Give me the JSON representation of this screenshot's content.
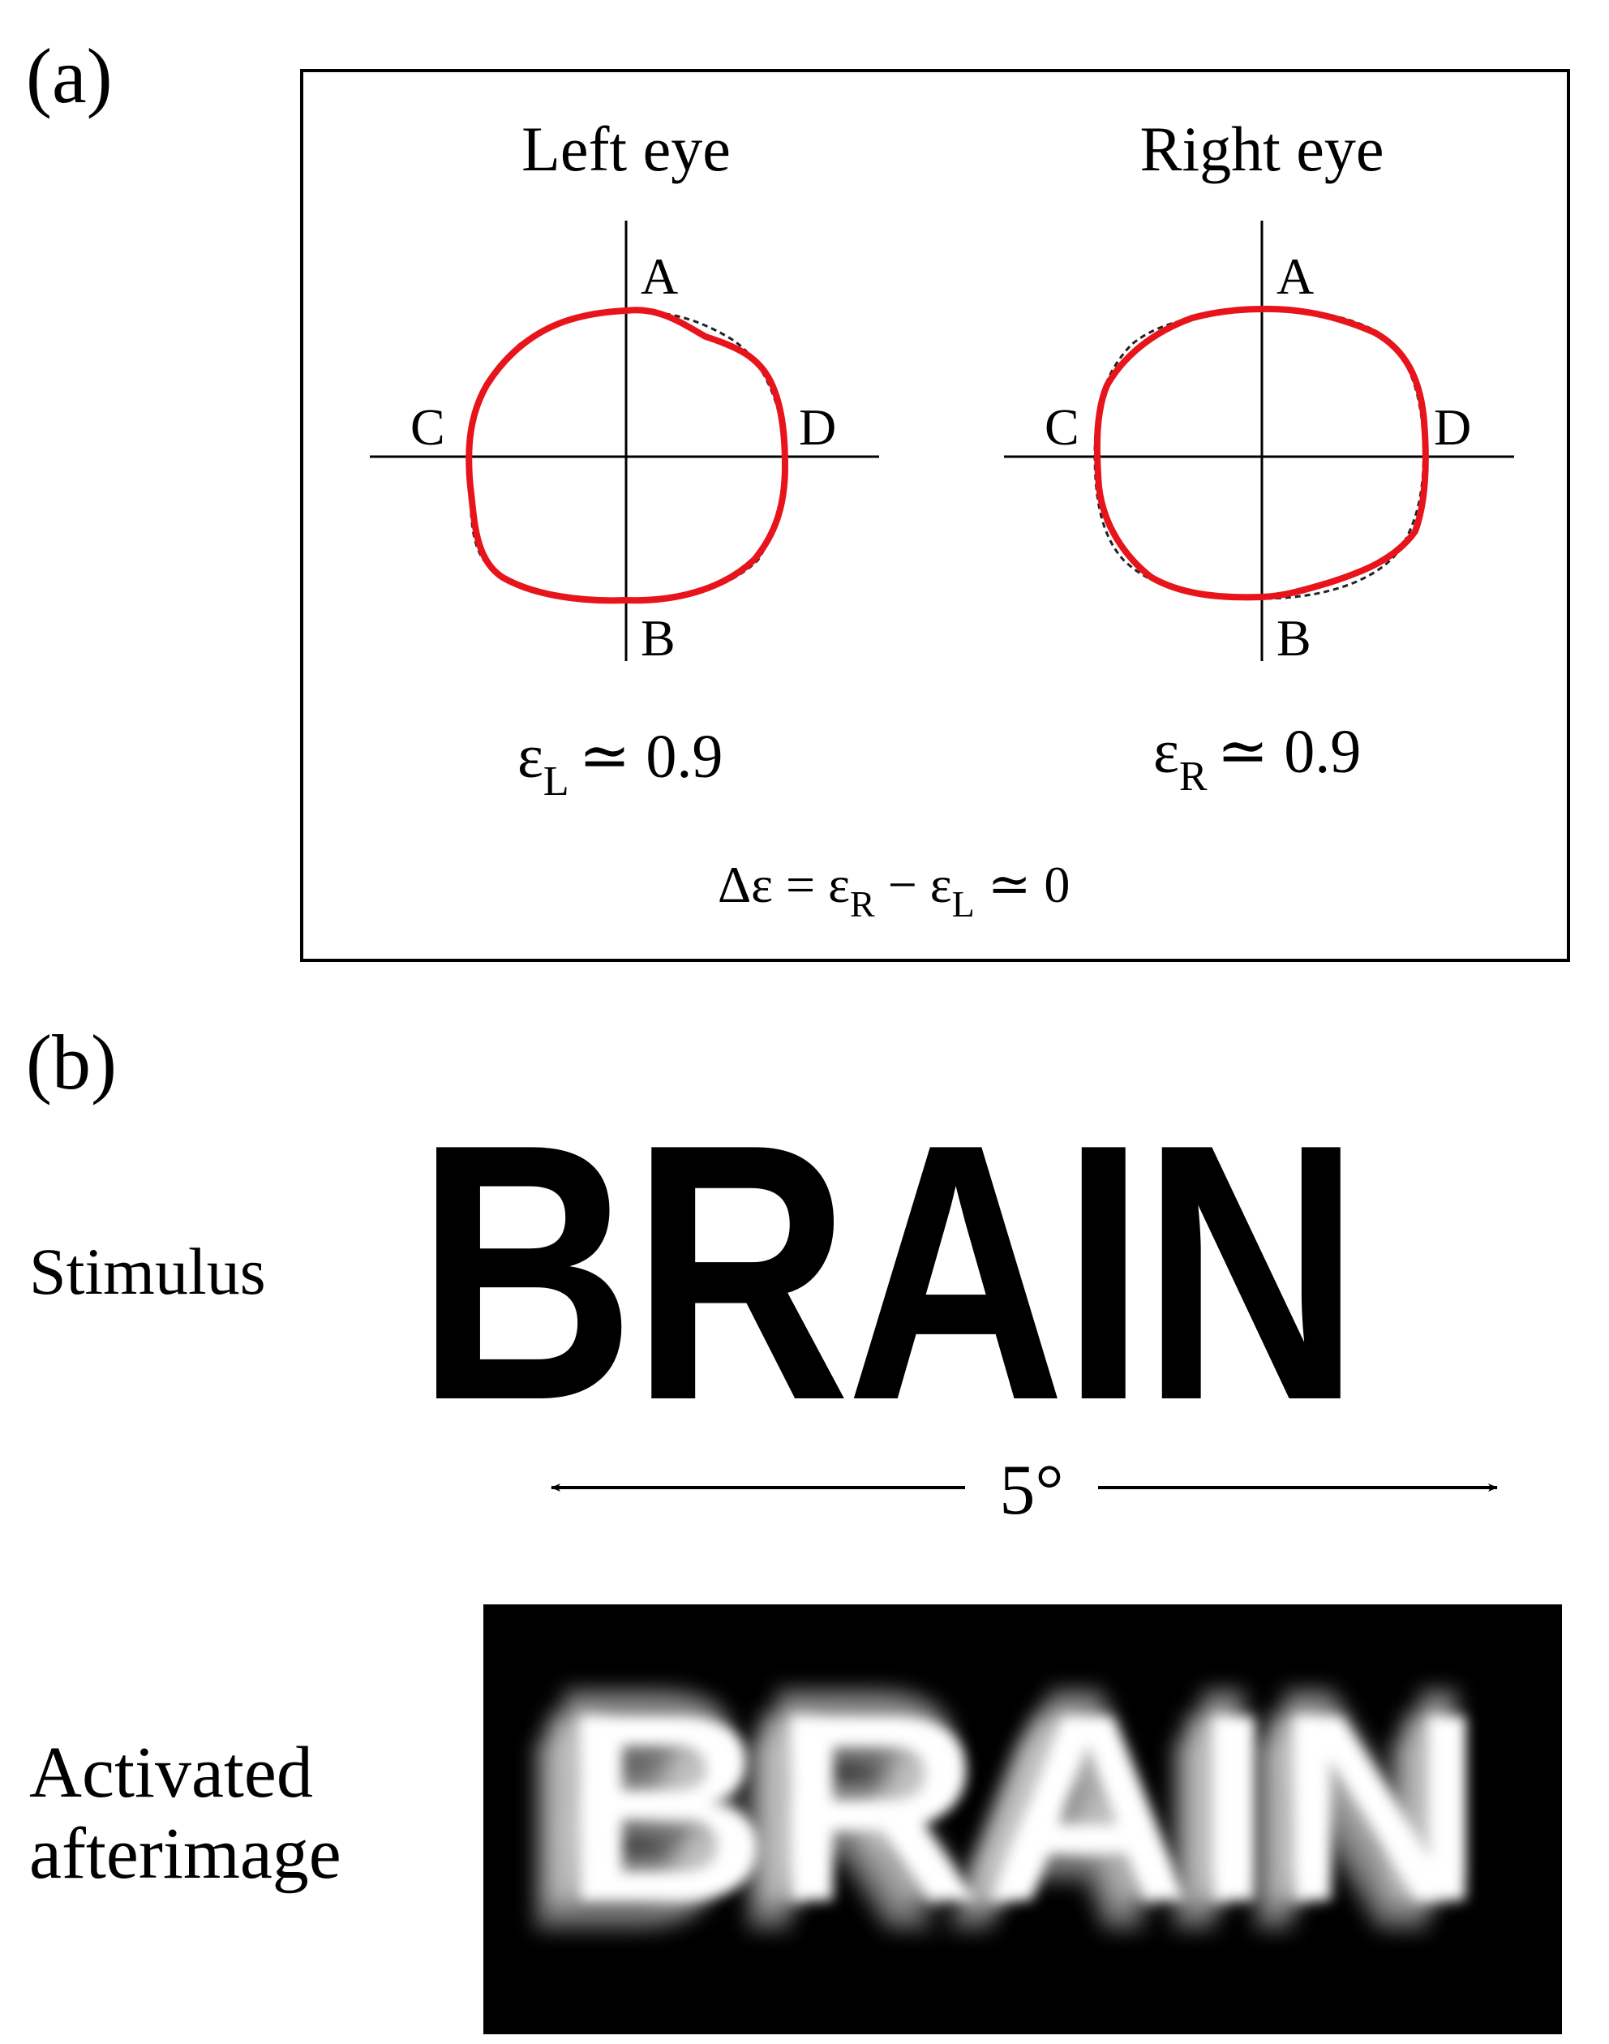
{
  "panel_a": {
    "label": "(a)",
    "left_eye": {
      "title": "Left eye",
      "points": [
        "A",
        "B",
        "C",
        "D"
      ],
      "epsilon_symbol": "ε",
      "epsilon_sub": "L",
      "epsilon_rel": "≃ 0.9"
    },
    "right_eye": {
      "title": "Right eye",
      "points": [
        "A",
        "B",
        "C",
        "D"
      ],
      "epsilon_symbol": "ε",
      "epsilon_sub": "R",
      "epsilon_rel": "≃ 0.9"
    },
    "delta": {
      "lhs": "Δε = ε",
      "sub_r": "R",
      "minus": " − ε",
      "sub_l": "L",
      "rel": " ≃  0"
    },
    "colors": {
      "measured": "#e8141b",
      "fit": "#222222"
    }
  },
  "panel_b": {
    "label": "(b)",
    "stimulus_label": "Stimulus",
    "stimulus_word": "BRAIN",
    "scale_label": "5°",
    "afterimage_label_line1": "Activated",
    "afterimage_label_line2": "afterimage",
    "afterimage_word": "BRAIN"
  }
}
